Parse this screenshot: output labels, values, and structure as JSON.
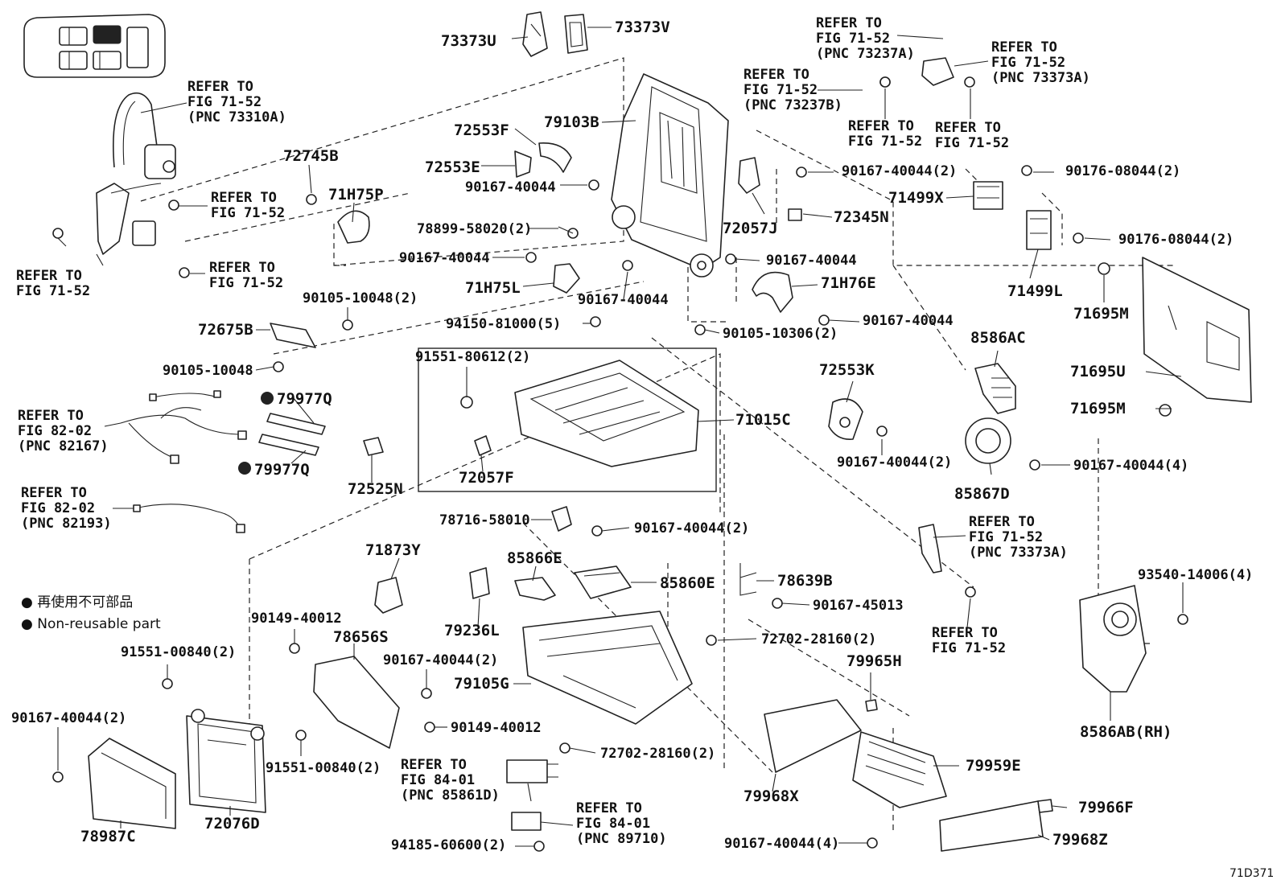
{
  "figure_id": "71D371",
  "legend": [
    {
      "marker": "●",
      "text": "再使用不可部品"
    },
    {
      "marker": "●",
      "text": "Non-reusable part"
    }
  ],
  "labels": {
    "p73373U": "73373U",
    "p73373V": "73373V",
    "ref_73310A_1": "REFER TO",
    "ref_73310A_2": "FIG 71-52",
    "ref_73310A_3": "(PNC 73310A)",
    "p72745B": "72745B",
    "p71H75P": "71H75P",
    "ref_a_1": "REFER TO",
    "ref_a_2": "FIG 71-52",
    "ref_b_1": "REFER TO",
    "ref_b_2": "FIG 71-52",
    "ref_c_1": "REFER TO",
    "ref_c_2": "FIG 71-52",
    "p72553F": "72553F",
    "p72553E": "72553E",
    "p90167_40044_a": "90167-40044",
    "p79103B": "79103B",
    "p78899": "78899-58020(2)",
    "p90167_40044_b": "90167-40044",
    "p71H75L": "71H75L",
    "p90167_40044_c": "90167-40044",
    "ref_73237A_1": "REFER TO",
    "ref_73237A_2": "FIG 71-52",
    "ref_73237A_3": "(PNC 73237A)",
    "ref_73237B_1": "REFER TO",
    "ref_73237B_2": "FIG 71-52",
    "ref_73237B_3": "(PNC 73237B)",
    "ref_73373A_1": "REFER TO",
    "ref_73373A_2": "FIG 71-52",
    "ref_73373A_3": "(PNC 73373A)",
    "ref_d_1": "REFER TO",
    "ref_d_2": "FIG 71-52",
    "ref_e_1": "REFER TO",
    "ref_e_2": "FIG 71-52",
    "p90167_40044_2a": "90167-40044(2)",
    "p90176_08044_2a": "90176-08044(2)",
    "p72057J": "72057J",
    "p72345N": "72345N",
    "p71499X": "71499X",
    "p90176_08044_2b": "90176-08044(2)",
    "p71499L": "71499L",
    "p90167_40044_d": "90167-40044",
    "p71H76E": "71H76E",
    "p90167_40044_e": "90167-40044",
    "p90105_10306": "90105-10306(2)",
    "p71695M_a": "71695M",
    "p71695U": "71695U",
    "p71695M_b": "71695M",
    "p90105_10048_2": "90105-10048(2)",
    "p72675B": "72675B",
    "p90105_10048": "90105-10048",
    "p94150": "94150-81000(5)",
    "p91551_80612": "91551-80612(2)",
    "p71015C": "71015C",
    "p72057F": "72057F",
    "p8586AC": "8586AC",
    "p72553K": "72553K",
    "p90167_40044_2b": "90167-40044(2)",
    "p90167_40044_4a": "90167-40044(4)",
    "p85867D": "85867D",
    "ref_82167_1": "REFER TO",
    "ref_82167_2": "FIG 82-02",
    "ref_82167_3": "(PNC 82167)",
    "p79977Q_a": "79977Q",
    "p79977Q_b": "79977Q",
    "p72525N": "72525N",
    "ref_82193_1": "REFER TO",
    "ref_82193_2": "FIG 82-02",
    "ref_82193_3": "(PNC 82193)",
    "p78716": "78716-58010",
    "p90167_40044_2c": "90167-40044(2)",
    "ref_73373A_b1": "REFER TO",
    "ref_73373A_b2": "FIG 71-52",
    "ref_73373A_b3": "(PNC 73373A)",
    "p71873Y": "71873Y",
    "p85866E": "85866E",
    "p85860E": "85860E",
    "p78639B": "78639B",
    "p90167_45013": "90167-45013",
    "ref_f_1": "REFER TO",
    "ref_f_2": "FIG 71-52",
    "p93540": "93540-14006(4)",
    "p79236L": "79236L",
    "p90149_40012_a": "90149-40012",
    "p78656S": "78656S",
    "p72702_a": "72702-28160(2)",
    "p91551_00840_a": "91551-00840(2)",
    "p90167_40044_2d": "90167-40044(2)",
    "p79105G": "79105G",
    "p79965H": "79965H",
    "p90167_40044_2e": "90167-40044(2)",
    "p90149_40012_b": "90149-40012",
    "p91551_00840_b": "91551-00840(2)",
    "ref_85861D_1": "REFER TO",
    "ref_85861D_2": "FIG 84-01",
    "ref_85861D_3": "(PNC 85861D)",
    "p72702_b": "72702-28160(2)",
    "p79959E": "79959E",
    "p79968X": "79968X",
    "p8586AB": "8586AB(RH)",
    "ref_89710_1": "REFER TO",
    "ref_89710_2": "FIG 84-01",
    "ref_89710_3": "(PNC 89710)",
    "p78987C": "78987C",
    "p72076D": "72076D",
    "p94185": "94185-60600(2)",
    "p90167_40044_4b": "90167-40044(4)",
    "p79966F": "79966F",
    "p79968Z": "79968Z"
  }
}
